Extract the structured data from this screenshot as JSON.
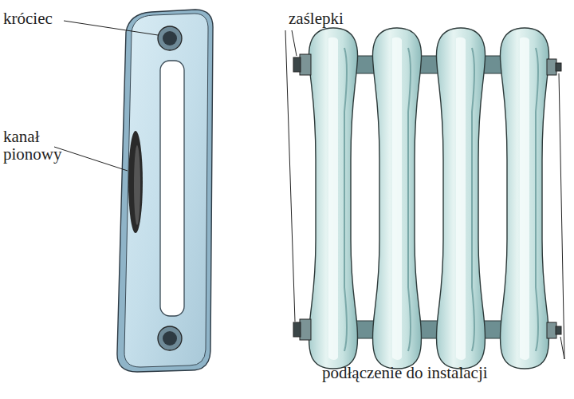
{
  "diagram": {
    "labels": [
      "króciec",
      "kanał pionowy",
      "zaślepki",
      "podłączenie do instalacji"
    ]
  }
}
